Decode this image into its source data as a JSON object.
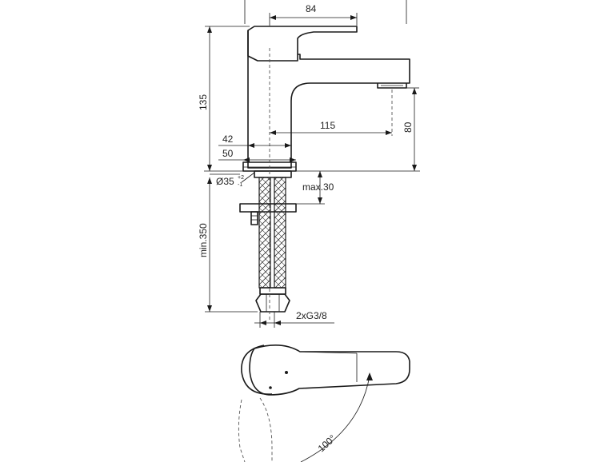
{
  "dimensions": {
    "spout_top": "84",
    "height": "135",
    "reach": "115",
    "outlet_height": "80",
    "base_inner": "42",
    "base_outer": "50",
    "hole_diameter": "Ø35",
    "hole_tol_plus": "+2",
    "hole_tol_minus": "-1",
    "max_deck": "max.30",
    "hose_length": "min.350",
    "connection": "2xG3/8",
    "lever_angle": "100°"
  }
}
